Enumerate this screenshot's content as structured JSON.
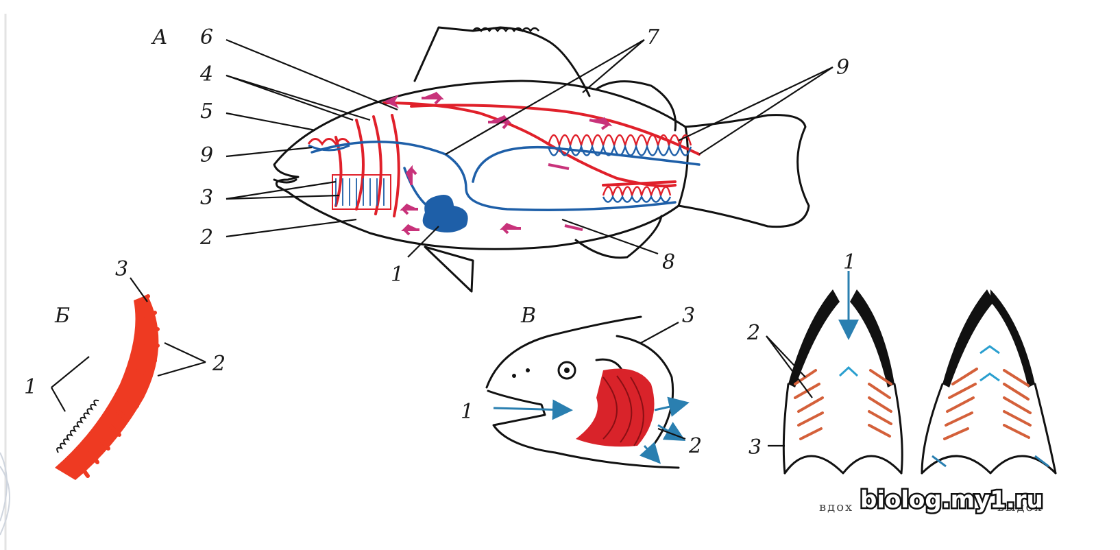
{
  "panels": {
    "A": {
      "panel_label": "А",
      "labels": [
        "6",
        "4",
        "5",
        "9",
        "3",
        "2",
        "1",
        "7",
        "9",
        "8"
      ]
    },
    "B": {
      "panel_label": "Б",
      "labels": [
        "3",
        "1",
        "2"
      ]
    },
    "V": {
      "panel_label": "В",
      "labels": [
        "3",
        "1",
        "2"
      ]
    },
    "G": {
      "labels": [
        "1",
        "2",
        "3"
      ],
      "caption_left": "вдох",
      "caption_right": "выдох"
    }
  },
  "watermark": "biolog.my1.ru",
  "colors": {
    "artery": "#e0202a",
    "vein": "#1e5fa8",
    "flow_arrow": "#c8327a",
    "outline": "#111111"
  }
}
